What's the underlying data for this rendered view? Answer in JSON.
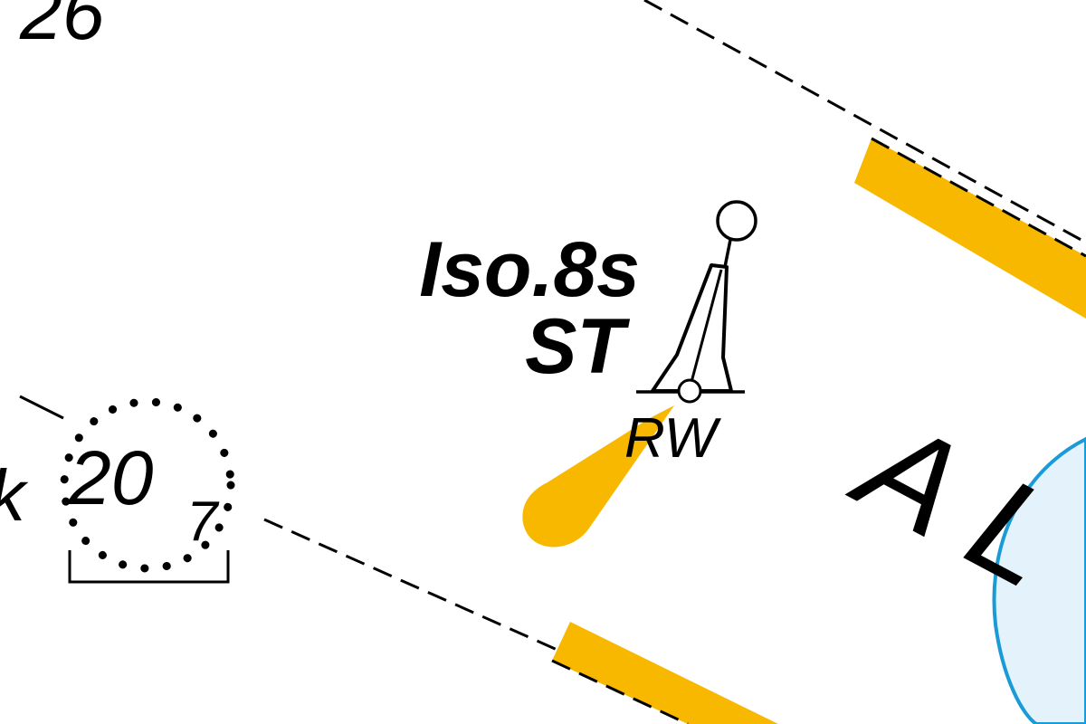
{
  "chart_labels": {
    "depth_top_left": "26",
    "light_characteristic": "Iso.8s",
    "buoy_name": "ST",
    "buoy_colour_code": "RW",
    "wreck_prefix": "k",
    "wreck_depth_main": "20",
    "wreck_depth_sub": "7",
    "area_label": "A L"
  },
  "colors": {
    "background": "#ffffff",
    "ink": "#000000",
    "light_flare": "#f8b800",
    "leading_sector": "#f8b800",
    "shoal_water_fill": "#e4f2fc",
    "shoal_water_outline": "#1a9ad6"
  },
  "symbols": {
    "buoy": "safe-water-spar-buoy-icon",
    "light_flare": "light-flare-icon",
    "wreck": "wreck-danger-circle-icon"
  }
}
